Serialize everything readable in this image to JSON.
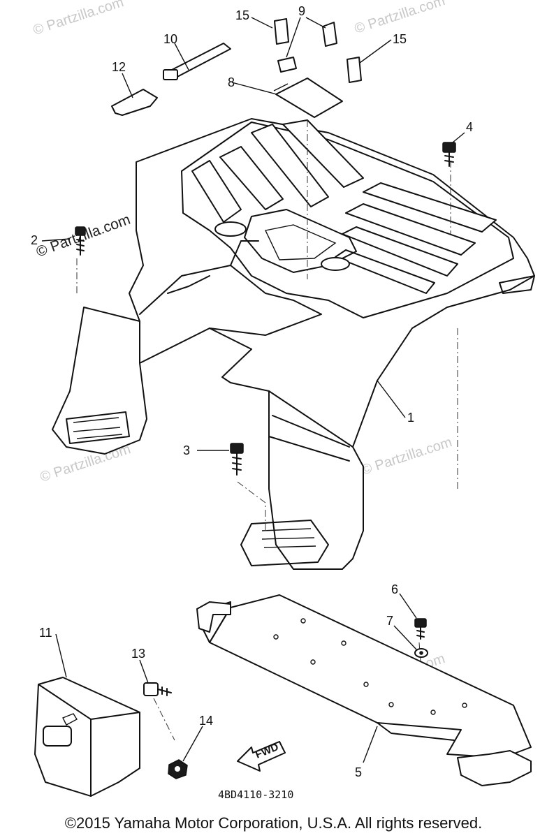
{
  "watermark": {
    "text": "© Partzilla.com",
    "prominent_text": "© Partzilla.com"
  },
  "callouts": {
    "c1": "1",
    "c2": "2",
    "c3": "3",
    "c4": "4",
    "c5": "5",
    "c6": "6",
    "c7": "7",
    "c8": "8",
    "c9": "9",
    "c10": "10",
    "c11": "11",
    "c12": "12",
    "c13": "13",
    "c14": "14",
    "c15a": "15",
    "c15b": "15"
  },
  "fwd_label": "FWD",
  "diagram_code": "4BD4110-3210",
  "copyright": "©2015 Yamaha Motor Corporation, U.S.A. All rights reserved.",
  "colors": {
    "line": "#111111",
    "watermark": "#c8c8c8",
    "background": "#ffffff"
  }
}
